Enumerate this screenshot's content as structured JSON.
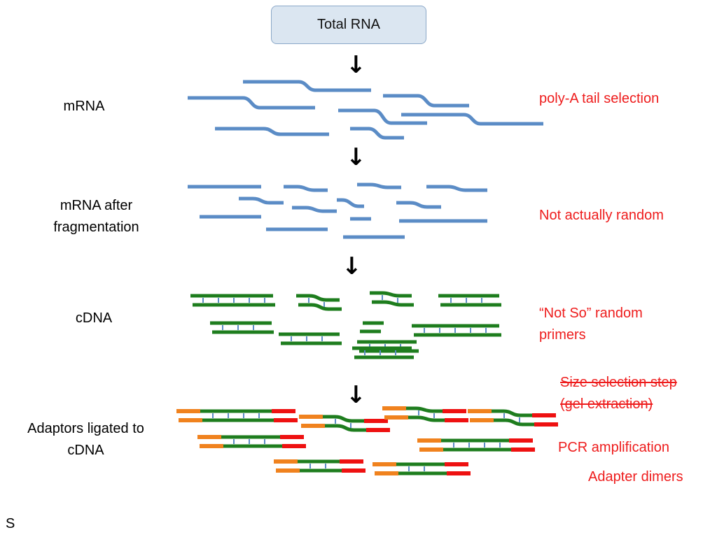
{
  "title": "Total RNA",
  "stages": {
    "mrna": "mRNA",
    "fragmented": "mRNA after fragmentation",
    "cdna": "cDNA",
    "adaptors": "Adaptors ligated to cDNA"
  },
  "notes": {
    "polyA": "poly-A tail selection",
    "not_random": "Not actually random",
    "primers": "“Not So” random primers",
    "size_selection": "Size selection step (gel extraction)",
    "pcr": "PCR amplification",
    "dimers": "Adapter dimers"
  },
  "footer": "S",
  "colors": {
    "rna": "#5b8cc6",
    "cdna": "#1e7d1e",
    "adapter_left": "#f0821e",
    "adapter_right": "#ee1111",
    "note": "#ee1c1c",
    "title_box": "#dbe6f1"
  },
  "icons": {
    "arrow": "down-arrow-icon"
  }
}
